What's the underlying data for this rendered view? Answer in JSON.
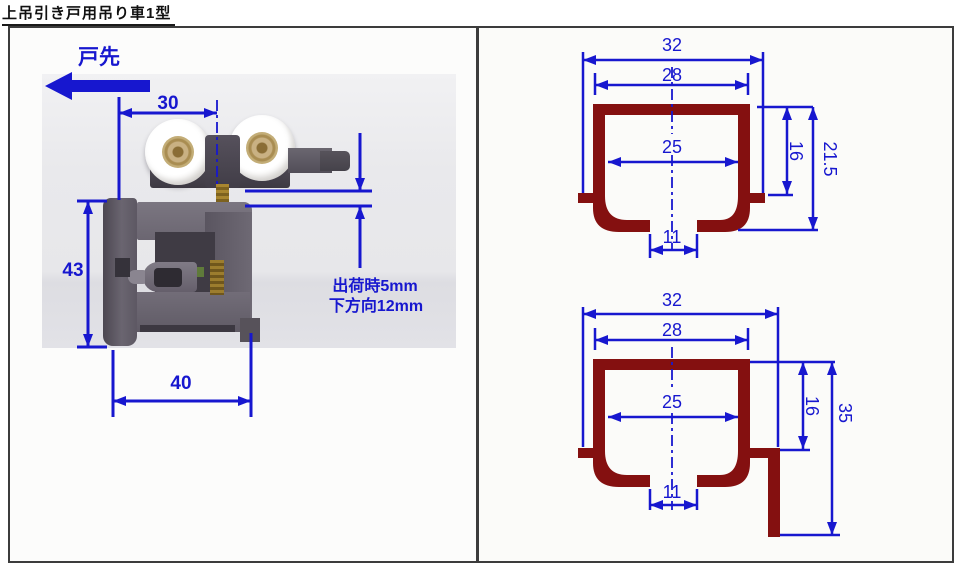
{
  "title": "上吊引き戸用吊り車1型",
  "colors": {
    "dimension_blue": "#1717cf",
    "rail_maroon": "#841010"
  },
  "left_panel": {
    "door_edge_label": "戸先",
    "dims": {
      "roller_span": "30",
      "body_height": "43",
      "body_width": "40"
    },
    "adjustment": {
      "line1": "出荷時5mm",
      "line2": "下方向12mm"
    }
  },
  "right_panel": {
    "top_rail": {
      "outer_width": "32",
      "inner_top_width": "28",
      "inner_width": "25",
      "slot_width": "11",
      "side_height": "16",
      "total_height": "21.5"
    },
    "bottom_rail": {
      "outer_width": "32",
      "inner_top_width": "28",
      "inner_width": "25",
      "slot_width": "11",
      "side_height": "16",
      "total_height": "35"
    }
  }
}
